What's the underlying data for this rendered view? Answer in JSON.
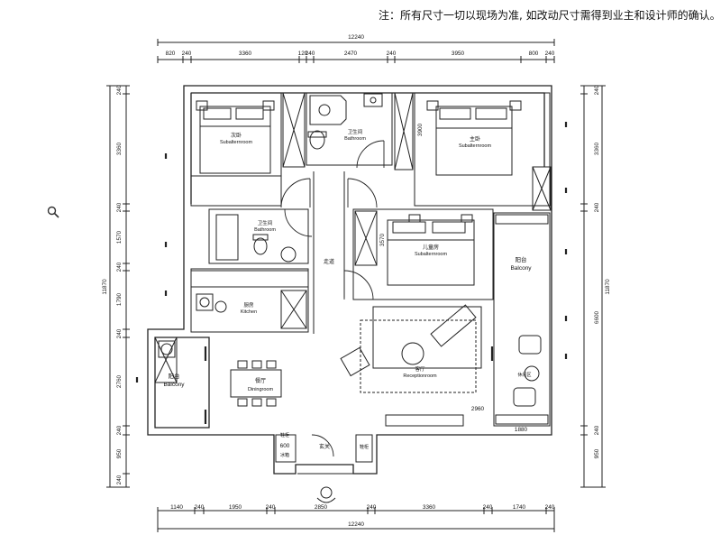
{
  "note": "注：所有尺寸一切以现场为准, 如改动尺寸需得到业主和设计师的确认。",
  "dims": {
    "top_total": "12240",
    "top": [
      "820",
      "240",
      "3360",
      "120",
      "240",
      "2470",
      "240",
      "3950",
      "800",
      "240"
    ],
    "bottom_total": "12240",
    "bottom": [
      "1140",
      "240",
      "1950",
      "240",
      "2850",
      "240",
      "3360",
      "240",
      "1740",
      "240"
    ],
    "left": [
      "240",
      "3360",
      "240",
      "1570",
      "240",
      "1790",
      "240",
      "2760",
      "240",
      "950",
      "240"
    ],
    "left_total": "11870",
    "right": [
      "240",
      "3360",
      "240",
      "6600",
      "240",
      "950"
    ],
    "right_total": "11870",
    "bath_small": "3900",
    "child_small": "3570",
    "living_w": "2960",
    "balcony_w": "1880",
    "fridge": "600"
  },
  "rooms": {
    "bedroom2_cn": "次卧",
    "bedroom2_en": "Subalternroom",
    "bath1_cn": "卫生间",
    "bath1_en": "Bathroom",
    "master_cn": "主卧",
    "master_en": "Subalternroom",
    "bath2_cn": "卫生间",
    "bath2_en": "Bathroom",
    "corridor_cn": "走道",
    "child_cn": "儿童房",
    "child_en": "Subalternroom",
    "balcony_r_cn": "阳台",
    "balcony_r_en": "Balcony",
    "kitchen_cn": "厨房",
    "kitchen_en": "Kitchen",
    "living_cn": "客厅",
    "living_en": "Receptionroom",
    "dining_cn": "餐厅",
    "dining_en": "Diningroom",
    "balcony_l_cn": "阳台",
    "balcony_l_en": "Balcony",
    "entry_cn": "玄关",
    "shoe_cn": "鞋柜",
    "fridge_cn": "冰箱",
    "cabinet_cn": "鞋柜",
    "table_cn": "休闲区"
  },
  "icons": {
    "zoom": "magnifier-icon"
  }
}
